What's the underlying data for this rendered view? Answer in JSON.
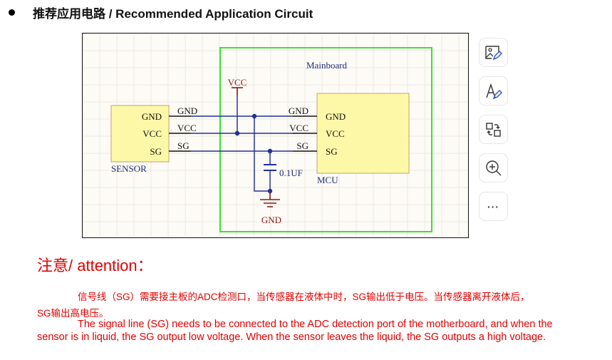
{
  "heading": {
    "bullet_icon": "filled-circle-bullet",
    "title": "推荐应用电路 / Recommended Application Circuit"
  },
  "schematic": {
    "colors": {
      "background": "#fdfbf6",
      "grid": "#ece8e0",
      "wire": "#1f2f9a",
      "pin_line": "#111111",
      "power_symbol": "#8b1a1a",
      "component_fill": "#fdf8a8",
      "component_border": "#c8a070",
      "board_border": "#3ce03c",
      "label_blue": "#1f2f7a"
    },
    "mainboard_label": "Mainboard",
    "sensor": {
      "label": "SENSOR",
      "pins": [
        "GND",
        "VCC",
        "SG"
      ]
    },
    "mcu": {
      "label": "MCU",
      "pins": [
        "GND",
        "VCC",
        "SG"
      ]
    },
    "nets": {
      "left": [
        "GND",
        "VCC",
        "SG"
      ],
      "right": [
        "GND",
        "VCC",
        "SG"
      ]
    },
    "vcc_symbol_label": "VCC",
    "gnd_symbol_label": "GND",
    "capacitor_label": "0.1UF"
  },
  "toolbar": {
    "items": [
      {
        "name": "edit-image",
        "icon": "image-edit-icon"
      },
      {
        "name": "edit-text",
        "icon": "text-edit-icon"
      },
      {
        "name": "convert",
        "icon": "swap-convert-icon"
      },
      {
        "name": "zoom-in",
        "icon": "zoom-in-icon"
      },
      {
        "name": "more",
        "icon": "more-horizontal-icon",
        "label": "···"
      }
    ]
  },
  "attention": {
    "cjk": "注意",
    "text": "/ attention："
  },
  "notes": {
    "cn_line1": "信号线（SG）需要接主板的ADC检测口，当传感器在液体中时，SG输出低于电压。当传感器离开液体后，",
    "cn_line2": "SG输出高电压。",
    "en_line1": "The signal line (SG) needs to be connected to the ADC detection port of the motherboard, and when the",
    "en_line2": "sensor is in liquid, the SG output low voltage. When the sensor leaves the liquid, the SG outputs a high voltage."
  }
}
